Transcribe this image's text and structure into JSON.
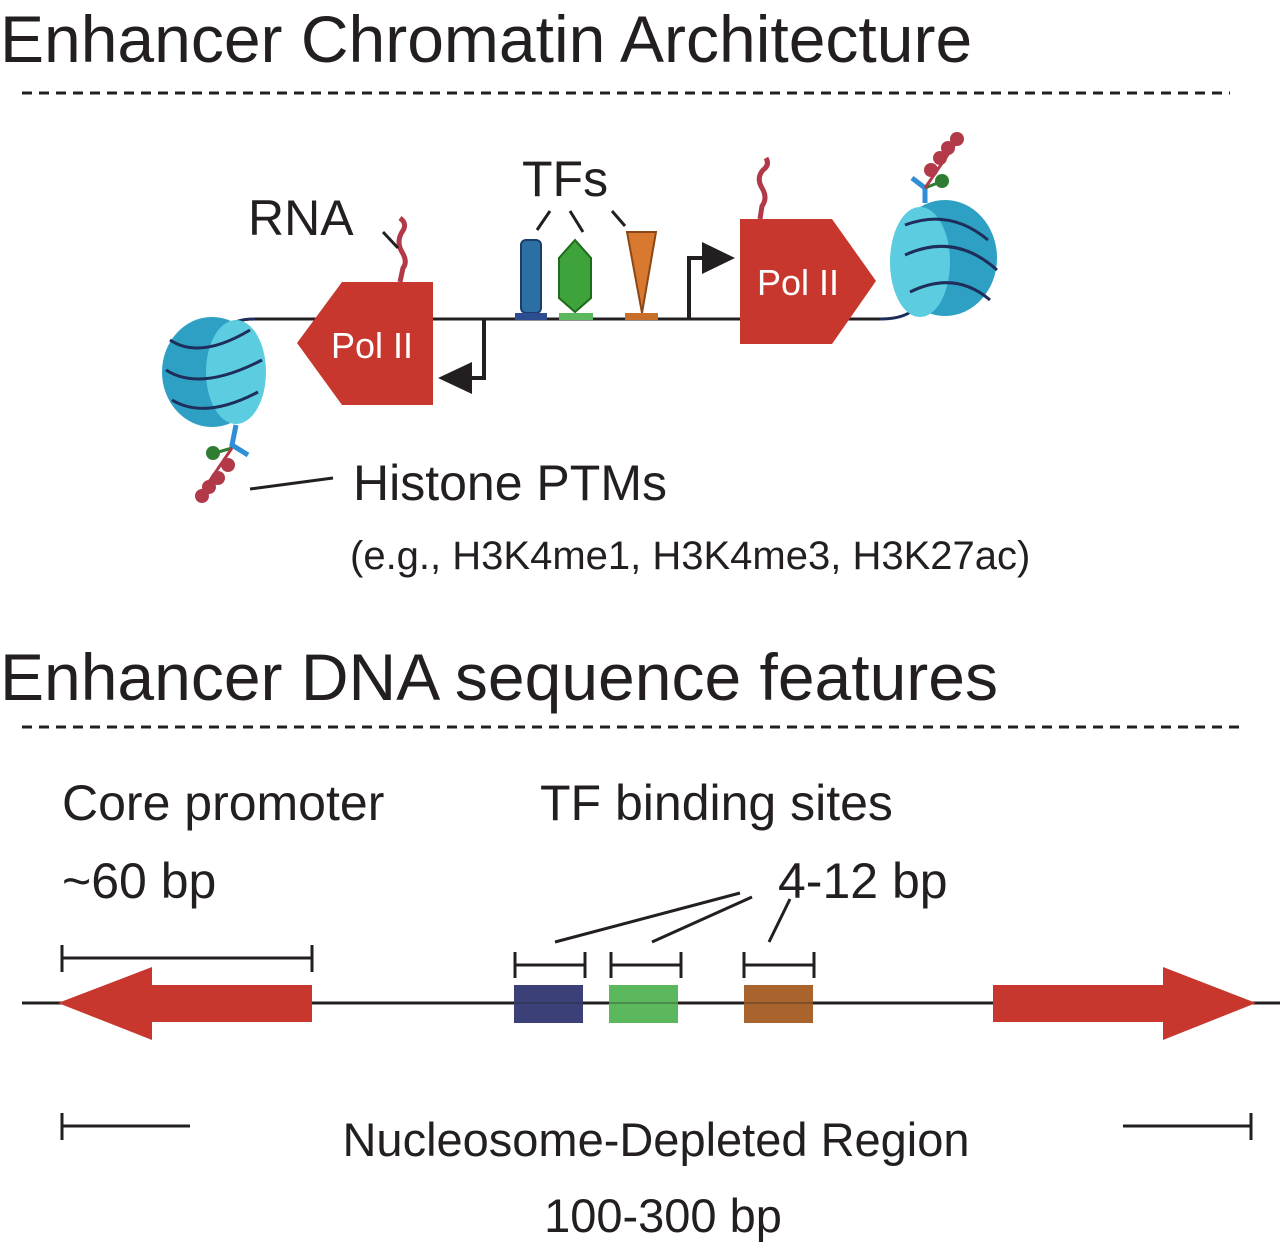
{
  "section1": {
    "title": "Enhancer Chromatin Architecture",
    "rna_label": "RNA",
    "tfs_label": "TFs",
    "pol_left_label": "Pol II",
    "pol_right_label": "Pol II",
    "histone_label": "Histone PTMs",
    "histone_examples": "(e.g., H3K4me1, H3K4me3, H3K27ac)"
  },
  "section2": {
    "title": "Enhancer DNA sequence features",
    "core_promoter_label": "Core promoter",
    "core_promoter_size": "~60 bp",
    "tf_sites_label": "TF binding sites",
    "tf_sites_size": "4-12 bp",
    "ndr_label": "Nucleosome-Depleted Region",
    "ndr_size": "100-300 bp"
  },
  "colors": {
    "pol2_red": "#c8372d",
    "tf_blue": "#2c6fa3",
    "tf_green": "#3fa33c",
    "tf_orange": "#d9792f",
    "site_navy": "#3b4178",
    "site_green": "#5cb85c",
    "site_brown": "#a9642e",
    "nucleosome": "#3bb4d1",
    "ptm_dot": "#b23a48"
  }
}
